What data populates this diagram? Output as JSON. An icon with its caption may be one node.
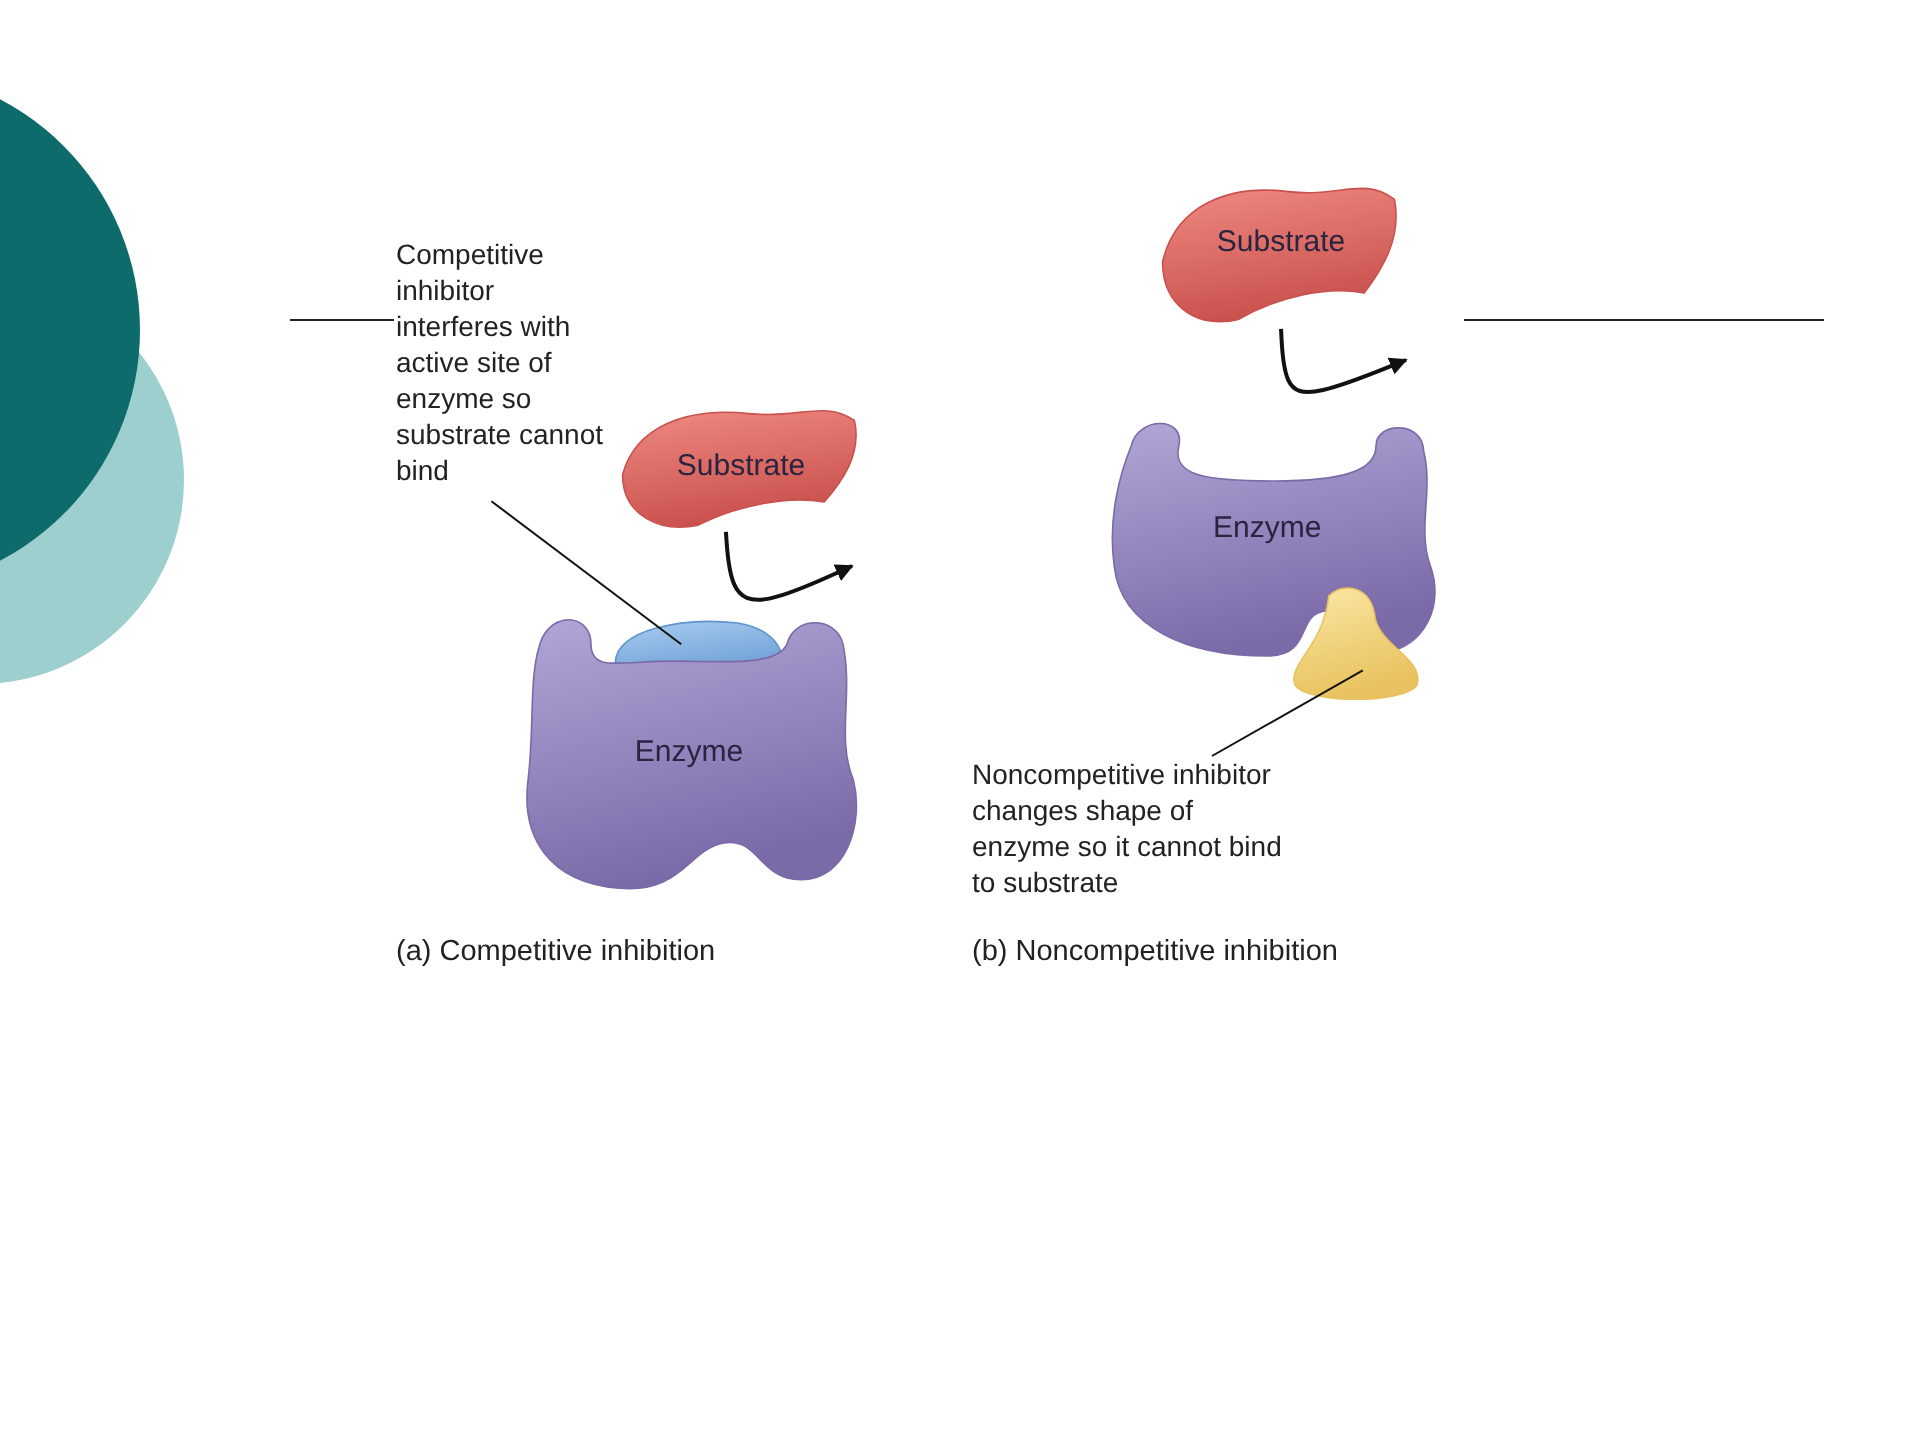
{
  "diagram": {
    "nodes": [
      {
        "text": [
          "Competitive inhibitor interferes with active site of enzyme so substrate cannot bind"
        ]
      },
      {
        "text": [
          "Substrate"
        ]
      },
      {
        "text": [],
        "shape": "picture"
      },
      {
        "text": [
          "Enzyme"
        ]
      },
      {
        "text": [
          "Substrate"
        ]
      },
      {
        "text": [
          "Enzyme"
        ]
      },
      {
        "text": [],
        "shape": "picture"
      },
      {
        "text": [
          "Noncompetitive inhibitor changes shape of enzyme so it cannot bind to substrate"
        ]
      }
    ],
    "edges": [
      {
        "from": 0,
        "to": 2,
        "arrow": "none"
      },
      {
        "from": 1,
        "to": null,
        "arrow": "to"
      },
      {
        "from": 4,
        "to": null,
        "arrow": "to"
      },
      {
        "from": 7,
        "to": 6,
        "arrow": "none"
      }
    ],
    "labels": [
      "(a) Competitive inhibition",
      "(b) Noncompetitive inhibition"
    ]
  }
}
